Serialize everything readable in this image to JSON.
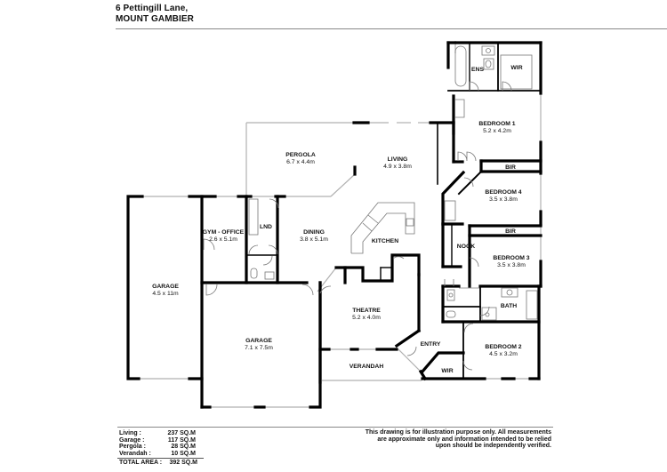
{
  "header": {
    "address_line1": "6 Pettingill Lane,",
    "address_line2": "MOUNT GAMBIER"
  },
  "rooms": {
    "ens": {
      "name": "ENS"
    },
    "wir_master": {
      "name": "WIR"
    },
    "bedroom1": {
      "name": "BEDROOM 1",
      "size": "5.2 x 4.2m"
    },
    "bir1": {
      "name": "BIR"
    },
    "bedroom4": {
      "name": "BEDROOM 4",
      "size": "3.5 x 3.8m"
    },
    "bir2": {
      "name": "BIR"
    },
    "nook": {
      "name": "NOOK"
    },
    "bedroom3": {
      "name": "BEDROOM 3",
      "size": "3.5 x 3.8m"
    },
    "bath": {
      "name": "BATH"
    },
    "bedroom2": {
      "name": "BEDROOM 2",
      "size": "4.5 x 3.2m"
    },
    "wir_entry": {
      "name": "WIR"
    },
    "entry": {
      "name": "ENTRY"
    },
    "pergola": {
      "name": "PERGOLA",
      "size": "6.7 x 4.4m"
    },
    "living": {
      "name": "LIVING",
      "size": "4.9 x 3.8m"
    },
    "gym_office": {
      "name": "GYM - OFFICE",
      "size": "2.6 x 5.1m"
    },
    "lnd": {
      "name": "LND"
    },
    "dining": {
      "name": "DINING",
      "size": "3.8 x 5.1m"
    },
    "kitchen": {
      "name": "KITCHEN"
    },
    "garage_large": {
      "name": "GARAGE",
      "size": "4.5 x 11m"
    },
    "garage_double": {
      "name": "GARAGE",
      "size": "7.1 x 7.5m"
    },
    "theatre": {
      "name": "THEATRE",
      "size": "5.2 x 4.0m"
    },
    "verandah": {
      "name": "VERANDAH"
    }
  },
  "areas": {
    "living": {
      "label": "Living :",
      "value": "237 SQ.M"
    },
    "garage": {
      "label": "Garage :",
      "value": "117 SQ.M"
    },
    "pergola": {
      "label": "Pergola :",
      "value": "28 SQ.M"
    },
    "verandah": {
      "label": "Verandah :",
      "value": "10 SQ.M"
    },
    "total": {
      "label": "TOTAL AREA :",
      "value": "392 SQ.M"
    }
  },
  "disclaimer": {
    "line1": "This drawing is for illustration purpose only. All measurements",
    "line2": "are approximate only and information intended to be relied",
    "line3": "upon should be independently verified."
  },
  "colors": {
    "wall": "#000000",
    "window": "#b0b0b0",
    "fixture": "#777777",
    "rule": "#888888"
  }
}
